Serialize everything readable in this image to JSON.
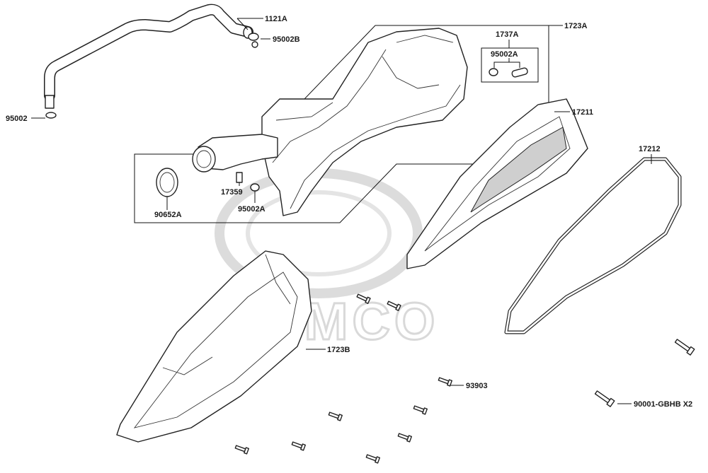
{
  "watermark": "KYMCO",
  "labels": [
    {
      "id": "1121A",
      "text": "1121A"
    },
    {
      "id": "95002B",
      "text": "95002B"
    },
    {
      "id": "1723A",
      "text": "1723A"
    },
    {
      "id": "1737A",
      "text": "1737A"
    },
    {
      "id": "95002A-kit",
      "text": "95002A"
    },
    {
      "id": "95002",
      "text": "95002"
    },
    {
      "id": "17211",
      "text": "17211"
    },
    {
      "id": "17212",
      "text": "17212"
    },
    {
      "id": "17359",
      "text": "17359"
    },
    {
      "id": "95002A",
      "text": "95002A"
    },
    {
      "id": "90652A",
      "text": "90652A"
    },
    {
      "id": "1723B",
      "text": "1723B"
    },
    {
      "id": "93903",
      "text": "93903"
    },
    {
      "id": "90001-GBHB",
      "text": "90001-GBHB X2"
    }
  ],
  "colors": {
    "line": "#222222",
    "watermark": "#d9d9d9",
    "background": "#ffffff"
  }
}
